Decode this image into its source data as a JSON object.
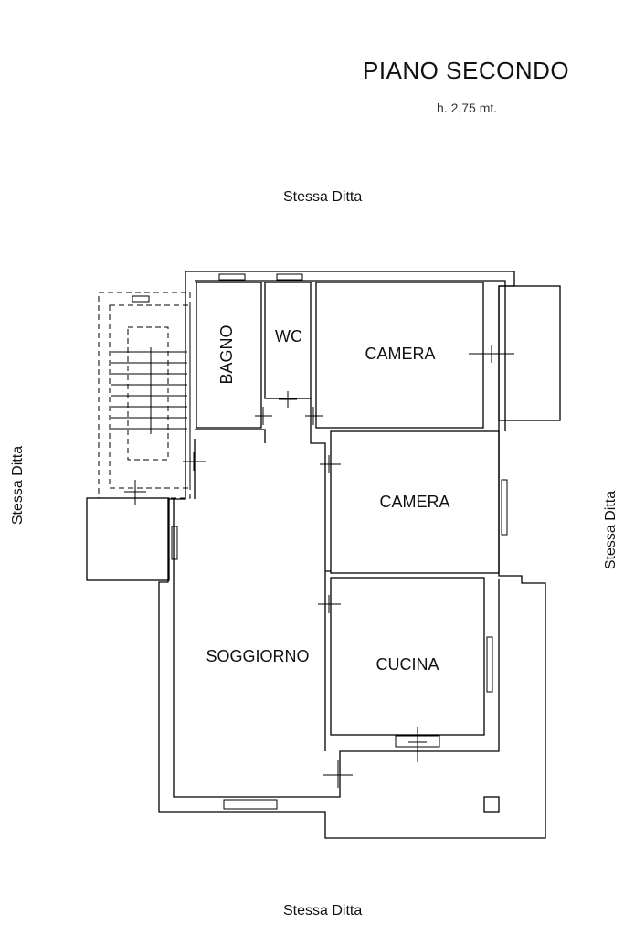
{
  "header": {
    "title": "PIANO SECONDO",
    "height_note": "h. 2,75 mt."
  },
  "neighbors": {
    "top": "Stessa  Ditta",
    "bottom": "Stessa  Ditta",
    "left": "Stessa  Ditta",
    "right": "Stessa  Ditta"
  },
  "rooms": {
    "bagno": "BAGNO",
    "wc": "WC",
    "camera_1": "CAMERA",
    "camera_2": "CAMERA",
    "soggiorno": "SOGGIORNO",
    "cucina": "CUCINA"
  }
}
